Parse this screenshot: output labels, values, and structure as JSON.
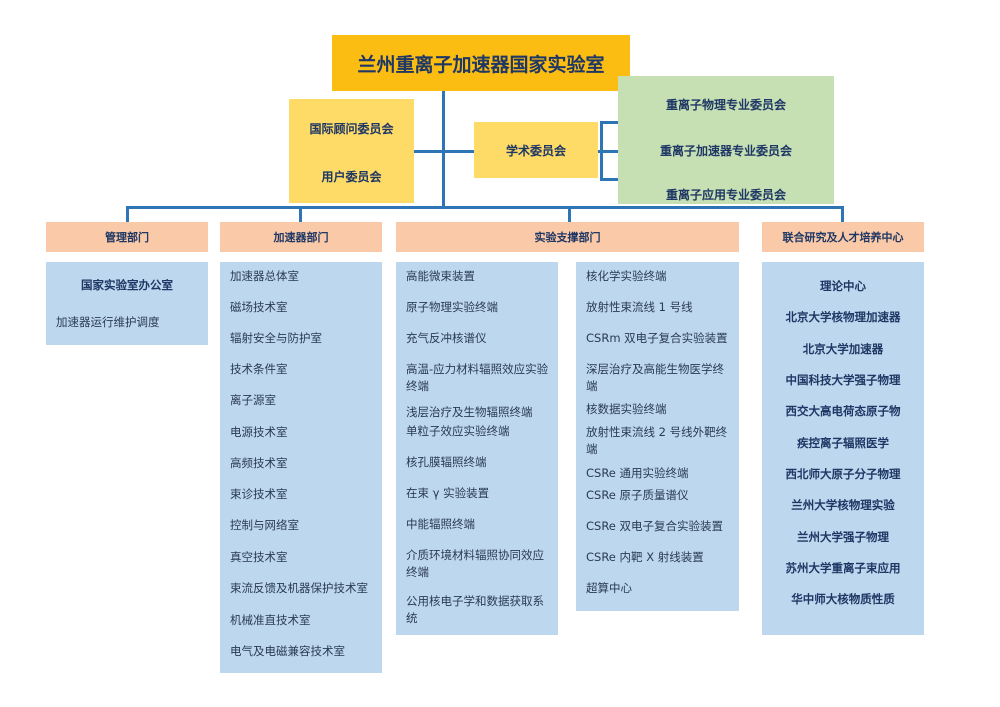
{
  "title": "兰州重离子加速器国家实验室",
  "committees_left": [
    "国际顾问委员会",
    "用户委员会"
  ],
  "academic": "学术委员会",
  "committees_right": [
    "重离子物理专业委员会",
    "重离子加速器专业委员会",
    "重离子应用专业委员会"
  ],
  "departments": {
    "mgmt": "管理部门",
    "accel": "加速器部门",
    "exp": "实验支撑部门",
    "joint": "联合研究及人才培养中心"
  },
  "mgmt_items": [
    "国家实验室办公室",
    "加速器运行维护调度"
  ],
  "accel_items": [
    "加速器总体室",
    "磁场技术室",
    "辐射安全与防护室",
    "技术条件室",
    "离子源室",
    "电源技术室",
    "高频技术室",
    "束诊技术室",
    "控制与网络室",
    "真空技术室",
    "束流反馈及机器保护技术室",
    "机械准直技术室",
    "电气及电磁兼容技术室"
  ],
  "exp_items_left": [
    "高能微束装置",
    "原子物理实验终端",
    "充气反冲核谱仪",
    "高温-应力材料辐照效应实验终端",
    "浅层治疗及生物辐照终端",
    "单粒子效应实验终端",
    "核孔膜辐照终端",
    "在束 γ 实验装置",
    "中能辐照终端",
    "介质环境材料辐照协同效应终端",
    "公用核电子学和数据获取系统"
  ],
  "exp_items_right": [
    "核化学实验终端",
    "放射性束流线 1 号线",
    "CSRm 双电子复合实验装置",
    "深层治疗及高能生物医学终端",
    "核数据实验终端",
    "放射性束流线 2 号线外靶终端",
    "CSRe 通用实验终端",
    "CSRe 原子质量谱仪",
    "CSRe 双电子复合实验装置",
    "CSRe 内靶 X 射线装置",
    "超算中心"
  ],
  "joint_items": [
    "理论中心",
    "北京大学核物理加速器",
    "北京大学加速器",
    "中国科技大学强子物理",
    "西交大高电荷态原子物",
    "疾控离子辐照医学",
    "西北师大原子分子物理",
    "兰州大学核物理实验",
    "兰州大学强子物理",
    "苏州大学重离子束应用",
    "华中师大核物质性质"
  ]
}
